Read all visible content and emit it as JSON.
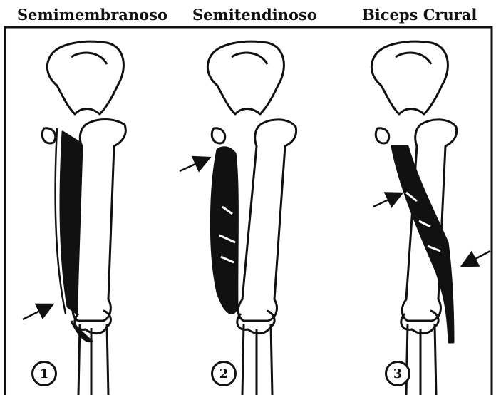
{
  "panels": [
    {
      "title": "Semimembranoso",
      "number": "1"
    },
    {
      "title": "Semitendinoso",
      "number": "2"
    },
    {
      "title": "Biceps Crural",
      "number": "3"
    }
  ]
}
